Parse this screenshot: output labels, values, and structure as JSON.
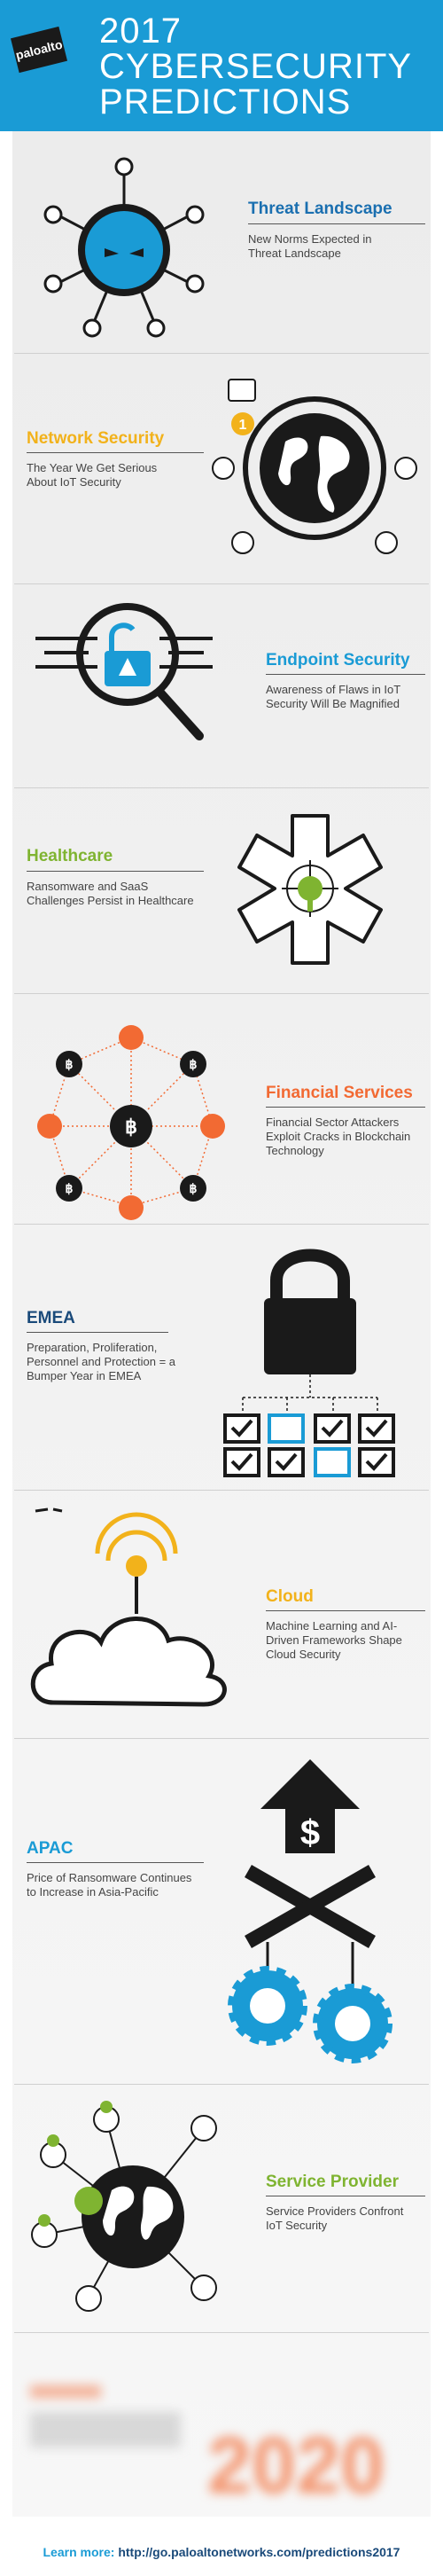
{
  "header": {
    "logo_text": "paloalto",
    "title_line1": "2017",
    "title_line2": "CYBERSECURITY",
    "title_line3": "PREDICTIONS"
  },
  "sections": [
    {
      "title": "Threat Landscape",
      "subtitle": "New Norms Expected in Threat Landscape",
      "color": "#1a6fb0"
    },
    {
      "title": "Network Security",
      "subtitle": "The Year We Get Serious About IoT Security",
      "color": "#f2b21b"
    },
    {
      "title": "Endpoint Security",
      "subtitle": "Awareness of Flaws in IoT Security Will Be Magnified",
      "color": "#1a9bd5"
    },
    {
      "title": "Healthcare",
      "subtitle": "Ransomware and SaaS Challenges Persist in Healthcare",
      "color": "#7fb431"
    },
    {
      "title": "Financial Services",
      "subtitle": "Financial Sector Attackers Exploit Cracks in Blockchain Technology",
      "color": "#f26a33"
    },
    {
      "title": "EMEA",
      "subtitle": "Preparation, Proliferation, Personnel and Protection = a Bumper Year in EMEA",
      "color": "#1a4a7a"
    },
    {
      "title": "Cloud",
      "subtitle": "Machine Learning and AI-Driven Frameworks Shape Cloud Security",
      "color": "#f2b21b"
    },
    {
      "title": "APAC",
      "subtitle": "Price of Ransomware Continues to Increase in Asia-Pacific",
      "color": "#1a9bd5"
    },
    {
      "title": "Service Provider",
      "subtitle": "Service Providers Confront IoT Security",
      "color": "#7fb431"
    }
  ],
  "badge_number": "1",
  "blurred_year": "2020",
  "footer": {
    "label": "Learn more:",
    "url": "http://go.paloaltonetworks.com/predictions2017"
  },
  "colors": {
    "brand_blue": "#1a9bd5",
    "dark": "#1a1a1a",
    "orange": "#f26a33",
    "green": "#7fb431",
    "yellow": "#f2b21b"
  }
}
